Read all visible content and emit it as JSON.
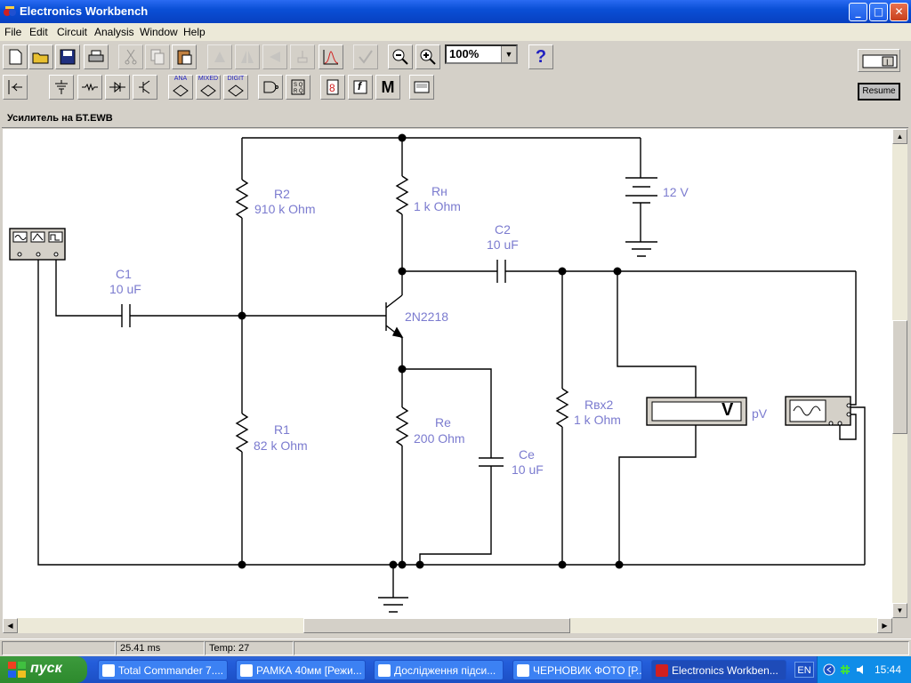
{
  "window": {
    "title": "Electronics Workbench",
    "minimize": "_",
    "maximize": "□",
    "close": "✕"
  },
  "menu": [
    "File",
    "Edit",
    "Circuit",
    "Analysis",
    "Window",
    "Help"
  ],
  "toolbar": {
    "zoom_value": "100%",
    "help_label": "?",
    "resume_label": "Resume",
    "misc_labels": [
      "ANA",
      "MIXED",
      "DIGIT"
    ],
    "m_label": "M",
    "f_label": "f"
  },
  "document": {
    "title": "Усилитель на БТ.EWB"
  },
  "circuit": {
    "r2": {
      "name": "R2",
      "value": "910 k Ohm"
    },
    "rn": {
      "name": "Rн",
      "value": "1 k Ohm"
    },
    "battery": {
      "value": "12 V"
    },
    "c2": {
      "name": "C2",
      "value": "10 uF"
    },
    "c1": {
      "name": "C1",
      "value": "10 uF"
    },
    "transistor": {
      "name": "2N2218"
    },
    "r1": {
      "name": "R1",
      "value": "82 k Ohm"
    },
    "re": {
      "name": "Re",
      "value": "200  Ohm"
    },
    "ce": {
      "name": "Ce",
      "value": "10 uF"
    },
    "rvx2": {
      "name": "Rвх2",
      "value": "1 k Ohm"
    },
    "voltmeter": {
      "symbol": "V",
      "reading": "pV"
    }
  },
  "status": {
    "time": "25.41 ms",
    "temp": "Temp:  27"
  },
  "taskbar": {
    "start": "пуск",
    "tasks": [
      "Total Commander 7....",
      "РАМКА 40мм [Режи...",
      "Дослідження підси...",
      "ЧЕРНОВИК ФОТО [Р...",
      "Electronics Workben..."
    ],
    "lang": "EN",
    "clock": "15:44"
  },
  "colors": {
    "titlebar": "#0a4fd6",
    "label": "#7b7bcf",
    "wire": "#000000"
  }
}
